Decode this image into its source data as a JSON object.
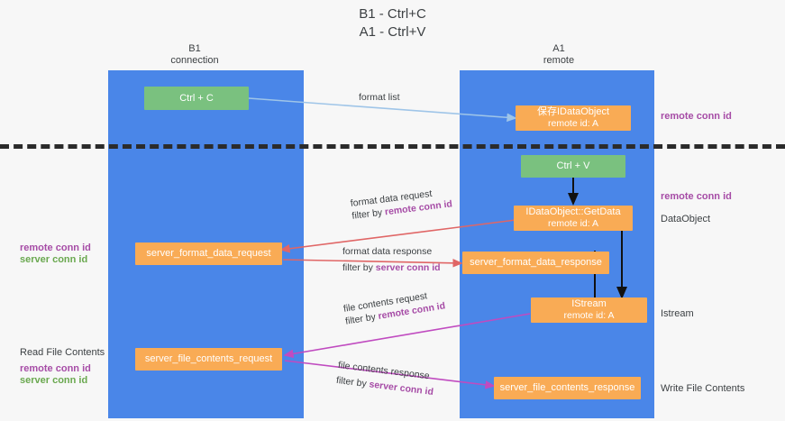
{
  "diagram": {
    "title_line1": "B1 - Ctrl+C",
    "title_line2": "A1 - Ctrl+V",
    "lanes": [
      {
        "name": "B1",
        "subtitle": "connection"
      },
      {
        "name": "A1",
        "subtitle": "remote"
      }
    ],
    "nodes": {
      "ctrl_c": {
        "line1": "Ctrl + C",
        "color": "#7ac17f"
      },
      "save_idataobject": {
        "line1": "保存IDataObject",
        "line2": "remote id: A",
        "color": "#f9ab55"
      },
      "ctrl_v": {
        "line1": "Ctrl + V",
        "color": "#7ac17f"
      },
      "idataobject_getdata": {
        "line1": "IDataObject::GetData",
        "line2": "remote id: A",
        "color": "#f9ab55"
      },
      "server_format_data_request": {
        "line1": "server_format_data_request",
        "color": "#f9ab55"
      },
      "server_format_data_response": {
        "line1": "server_format_data_response",
        "color": "#f9ab55"
      },
      "istream": {
        "line1": "IStream",
        "line2": "remote id: A",
        "color": "#f9ab55"
      },
      "server_file_contents_request": {
        "line1": "server_file_contents_request",
        "color": "#f9ab55"
      },
      "server_file_contents_response": {
        "line1": "server_file_contents_response",
        "color": "#f9ab55"
      }
    },
    "edges": {
      "format_list": {
        "text": "format list",
        "color": "#9fc5e8"
      },
      "format_data_request": {
        "line1": "format data request",
        "line2_prefix": "filter by ",
        "line2_key": "remote conn id",
        "color": "#e06666"
      },
      "format_data_response": {
        "line1": "format data response",
        "line2_prefix": "filter by ",
        "line2_key": "server conn id",
        "color": "#e06666"
      },
      "file_contents_request": {
        "line1": "file contents request",
        "line2_prefix": "filter by ",
        "line2_key": "remote conn id",
        "color": "#c04bc0"
      },
      "file_contents_response": {
        "line1": "file contents response",
        "line2_prefix": "filter by ",
        "line2_key": "server conn id",
        "color": "#c04bc0"
      }
    },
    "annotations": {
      "right_remote_conn_id_top": "remote conn id",
      "right_remote_conn_id_mid": "remote conn id",
      "right_dataobject": "DataObject",
      "right_istream": "Istream",
      "right_write_file_contents": "Write File Contents",
      "left_remote_conn_id_mid": "remote conn id",
      "left_server_conn_id_mid": "server conn id",
      "left_read_file_contents": "Read File Contents",
      "left_remote_conn_id_bottom": "remote conn id",
      "left_server_conn_id_bottom": "server conn id"
    }
  }
}
